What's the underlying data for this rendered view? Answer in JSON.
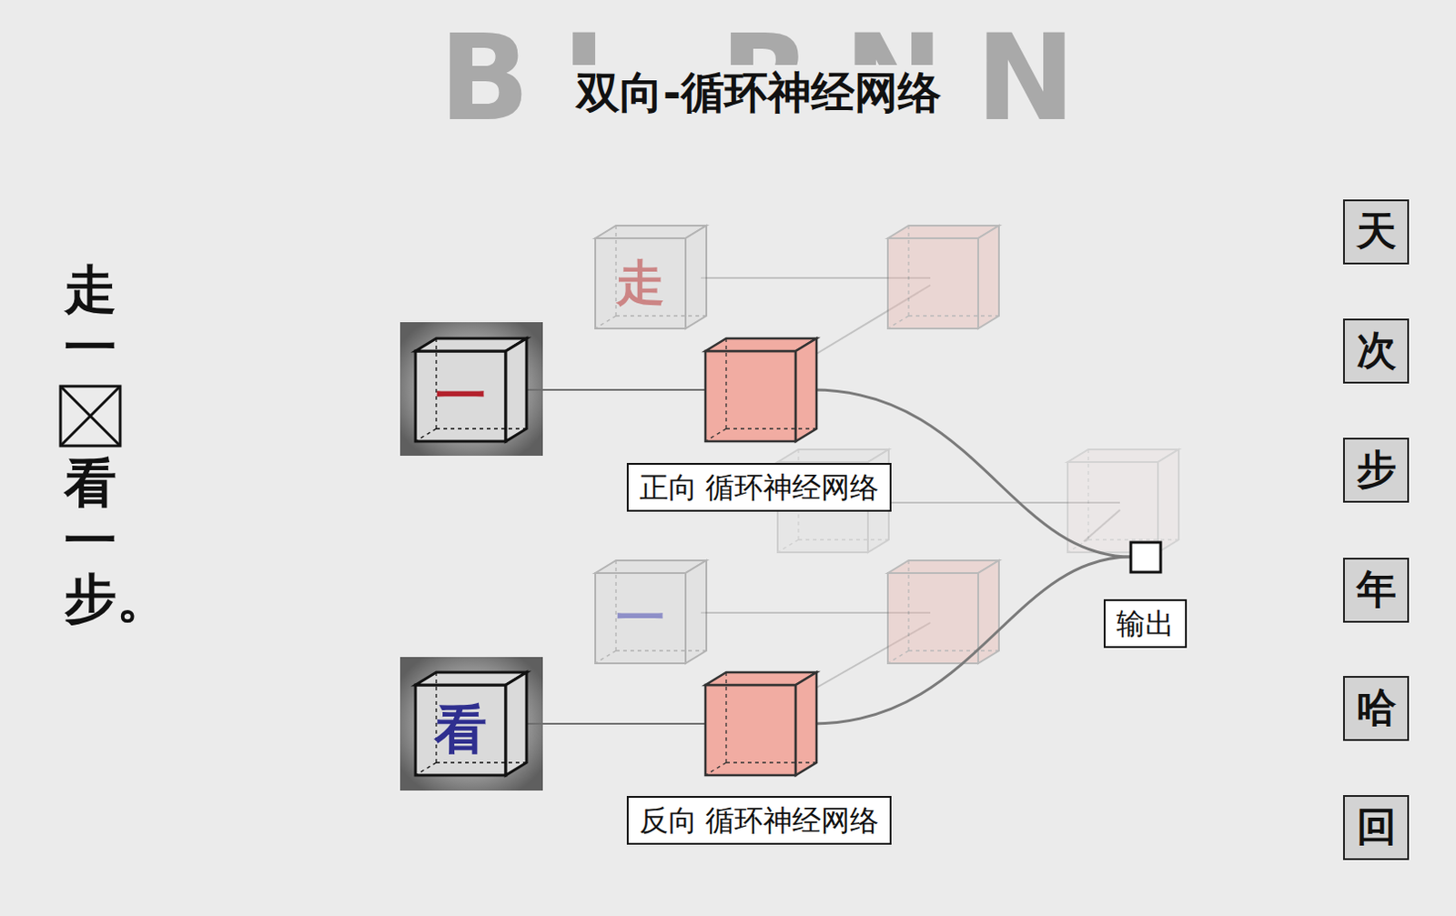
{
  "diagram": {
    "title": "双向-循环神经网络",
    "nodes": [
      {
        "text": [
          "走"
        ]
      },
      {
        "text": [
          "一"
        ]
      },
      {
        "text": [
          "正向 循环神经网络"
        ]
      },
      {
        "text": [
          "一"
        ]
      },
      {
        "text": [
          "看"
        ]
      },
      {
        "text": [
          "反向 循环神经网络"
        ]
      },
      {
        "text": [
          "输出"
        ]
      },
      {
        "text": [
          "天"
        ]
      },
      {
        "text": [
          "次"
        ]
      },
      {
        "text": [
          "步"
        ]
      },
      {
        "text": [
          "年"
        ]
      },
      {
        "text": [
          "哈"
        ]
      },
      {
        "text": [
          "回"
        ]
      }
    ],
    "labels": [
      "BI-RNN",
      "走一",
      "看一步。"
    ]
  }
}
